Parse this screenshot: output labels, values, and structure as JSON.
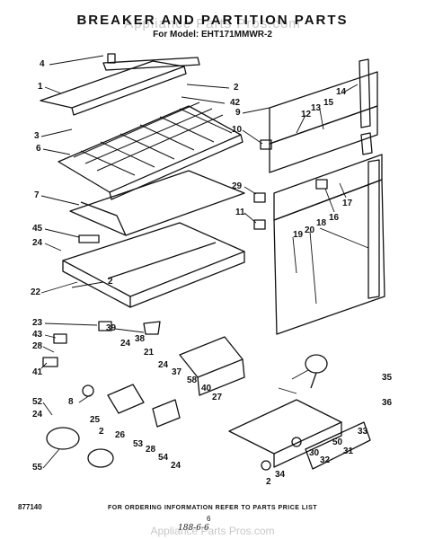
{
  "header": {
    "title": "BREAKER AND PARTITION PARTS",
    "model": "For Model: EHT171MMWR-2",
    "watermark": "Appliance Parts Pros.com"
  },
  "labels": [
    "4",
    "1",
    "3",
    "6",
    "7",
    "45",
    "24",
    "22",
    "23",
    "43",
    "28",
    "41",
    "8",
    "52",
    "24",
    "55",
    "2",
    "42",
    "2",
    "9",
    "10",
    "12",
    "13",
    "15",
    "14",
    "29",
    "11",
    "16",
    "17",
    "18",
    "19",
    "20",
    "39",
    "24",
    "38",
    "21",
    "24",
    "37",
    "58",
    "40",
    "27",
    "25",
    "2",
    "26",
    "53",
    "28",
    "54",
    "24",
    "35",
    "36",
    "33",
    "31",
    "50",
    "32",
    "30",
    "34",
    "2"
  ],
  "footer": {
    "notice": "FOR ORDERING INFORMATION REFER TO PARTS PRICE LIST",
    "code": "877140",
    "page": "6",
    "handwritten": "188-6-6"
  }
}
